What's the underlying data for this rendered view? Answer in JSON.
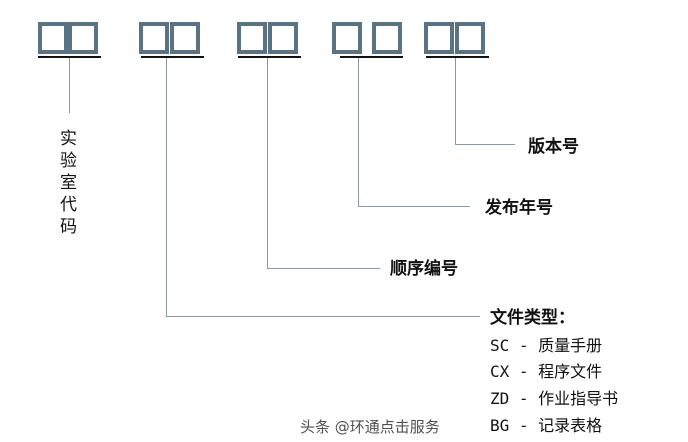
{
  "labels": {
    "lab_code": "实验室代码",
    "sequence": "顺序编号",
    "year": "发布年号",
    "version": "版本号",
    "doc_type": "文件类型："
  },
  "doc_types": [
    {
      "code": "SC",
      "sep": " - ",
      "name": "质量手册"
    },
    {
      "code": "CX",
      "sep": " - ",
      "name": "程序文件"
    },
    {
      "code": "ZD",
      "sep": " - ",
      "name": "作业指导书"
    },
    {
      "code": "BG",
      "sep": " - ",
      "name": "记录表格"
    }
  ],
  "watermark": "头条 @环通点击服务",
  "colors": {
    "box": "#5a7384",
    "line": "#8a9aa4"
  }
}
